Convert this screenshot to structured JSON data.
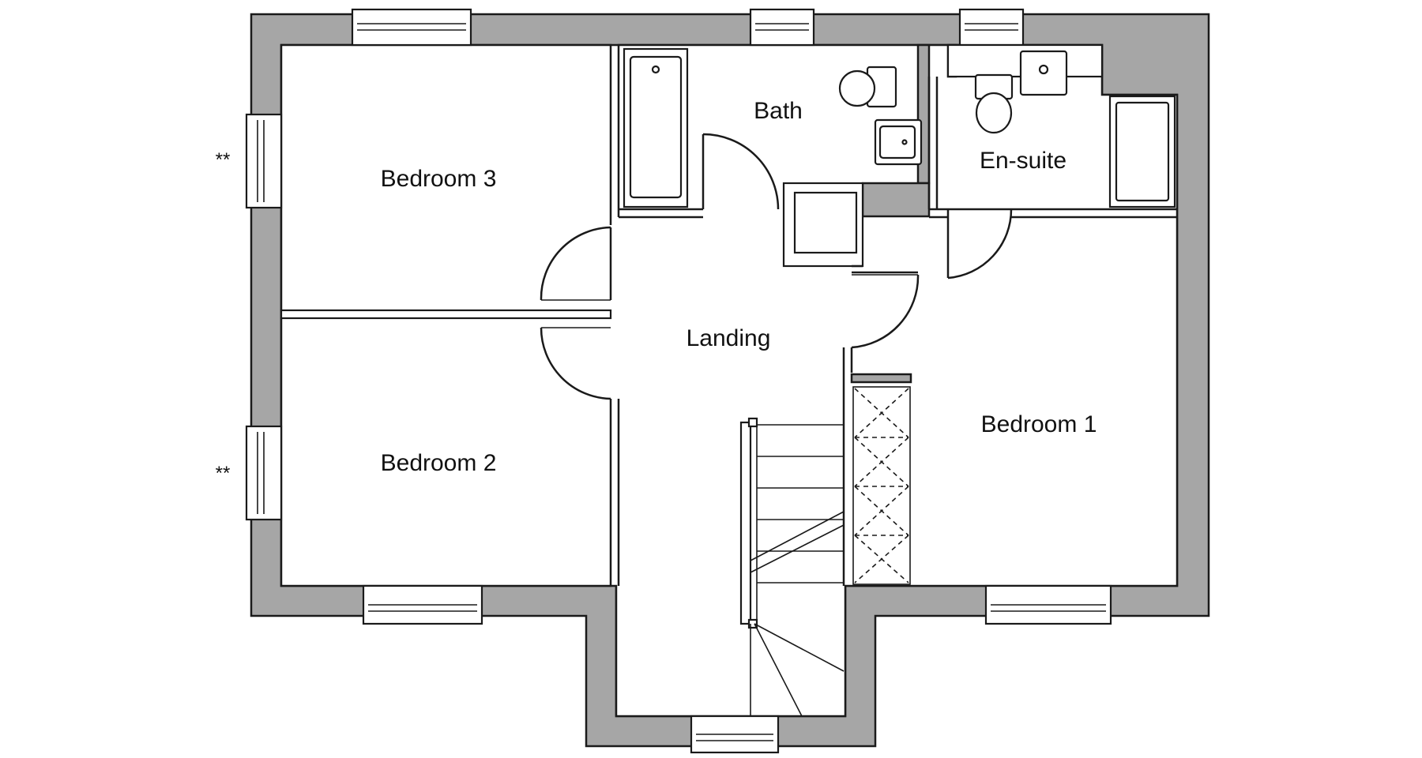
{
  "rooms": {
    "bedroom3": "Bedroom 3",
    "bedroom2": "Bedroom 2",
    "bedroom1": "Bedroom 1",
    "bath": "Bath",
    "ensuite": "En-suite",
    "landing": "Landing"
  },
  "notes": {
    "window_note_top": "**",
    "window_note_bottom": "**"
  },
  "colors": {
    "wall_fill": "#a6a6a6",
    "line": "#1a1a1a",
    "floor": "#ffffff"
  }
}
